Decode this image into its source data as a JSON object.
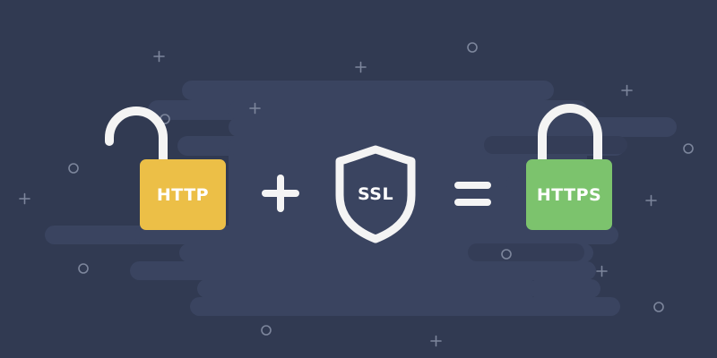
{
  "illustration": {
    "left_lock": {
      "label": "HTTP",
      "body_color": "#ecbf47",
      "state": "unlocked"
    },
    "plus_operator": {
      "symbol": "+"
    },
    "shield": {
      "label": "SSL"
    },
    "equals_operator": {
      "symbol": "="
    },
    "right_lock": {
      "label": "HTTPS",
      "body_color": "#7cc36d",
      "state": "locked"
    }
  },
  "colors": {
    "background": "#313a52",
    "cloud_band": "#3a4460",
    "icon_outline": "#f4f4f4",
    "sparkle": "#7d869c"
  }
}
